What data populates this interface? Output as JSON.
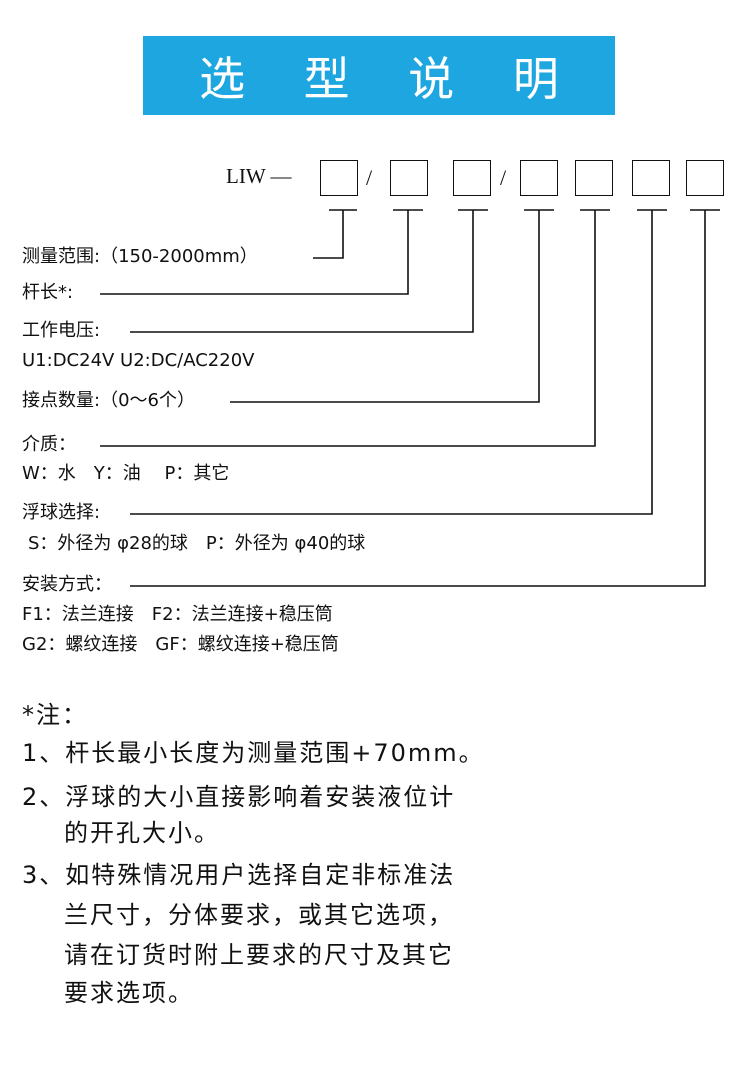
{
  "title": "选 型 说 明",
  "model_code": {
    "prefix": "LIW —",
    "slash": "/"
  },
  "options": [
    {
      "label": "测量范围:（150-2000mm）"
    },
    {
      "label": "杆长*:"
    },
    {
      "label": "工作电压:",
      "detail": "U1:DC24V  U2:DC/AC220V"
    },
    {
      "label": "接点数量:（0～6个）"
    },
    {
      "label": "介质：",
      "detail": "W：水　Y：油　 P：其它"
    },
    {
      "label": "浮球选择:",
      "detail": "S：外径为 φ28的球　P：外径为 φ40的球"
    },
    {
      "label": "安装方式：",
      "detail": "F1：法兰连接　F2：法兰连接+稳压筒",
      "detail2": "G2：螺纹连接　GF：螺纹连接+稳压筒"
    }
  ],
  "notes": {
    "heading": "*注：",
    "lines": [
      "1、杆长最小长度为测量范围+70mm。",
      "2、浮球的大小直接影响着安装液位计",
      "的开孔大小。",
      "3、如特殊情况用户选择自定非标准法",
      "兰尺寸，分体要求，或其它选项，",
      "请在订货时附上要求的尺寸及其它",
      "要求选项。"
    ]
  }
}
